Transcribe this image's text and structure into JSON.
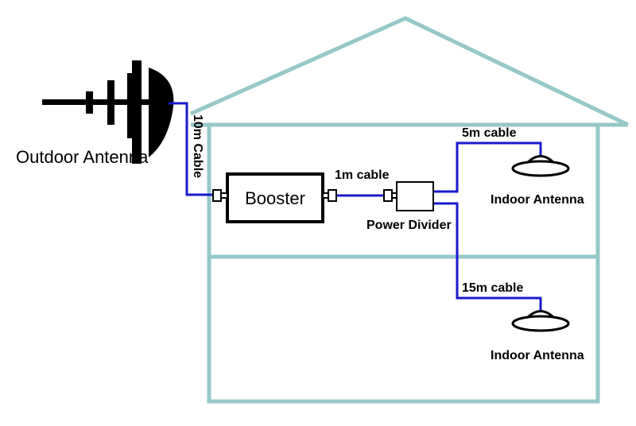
{
  "labels": {
    "outdoor_antenna": "Outdoor Antenna",
    "cable_10m": "10m Cable",
    "booster": "Booster",
    "cable_1m": "1m cable",
    "power_divider": "Power Divider",
    "cable_5m": "5m cable",
    "cable_15m": "15m cable",
    "indoor_antenna_upper": "Indoor Antenna",
    "indoor_antenna_lower": "Indoor Antenna"
  },
  "colors": {
    "house_outline": "#96c8c8",
    "cable": "#1a1acc",
    "device_stroke": "#000000"
  }
}
